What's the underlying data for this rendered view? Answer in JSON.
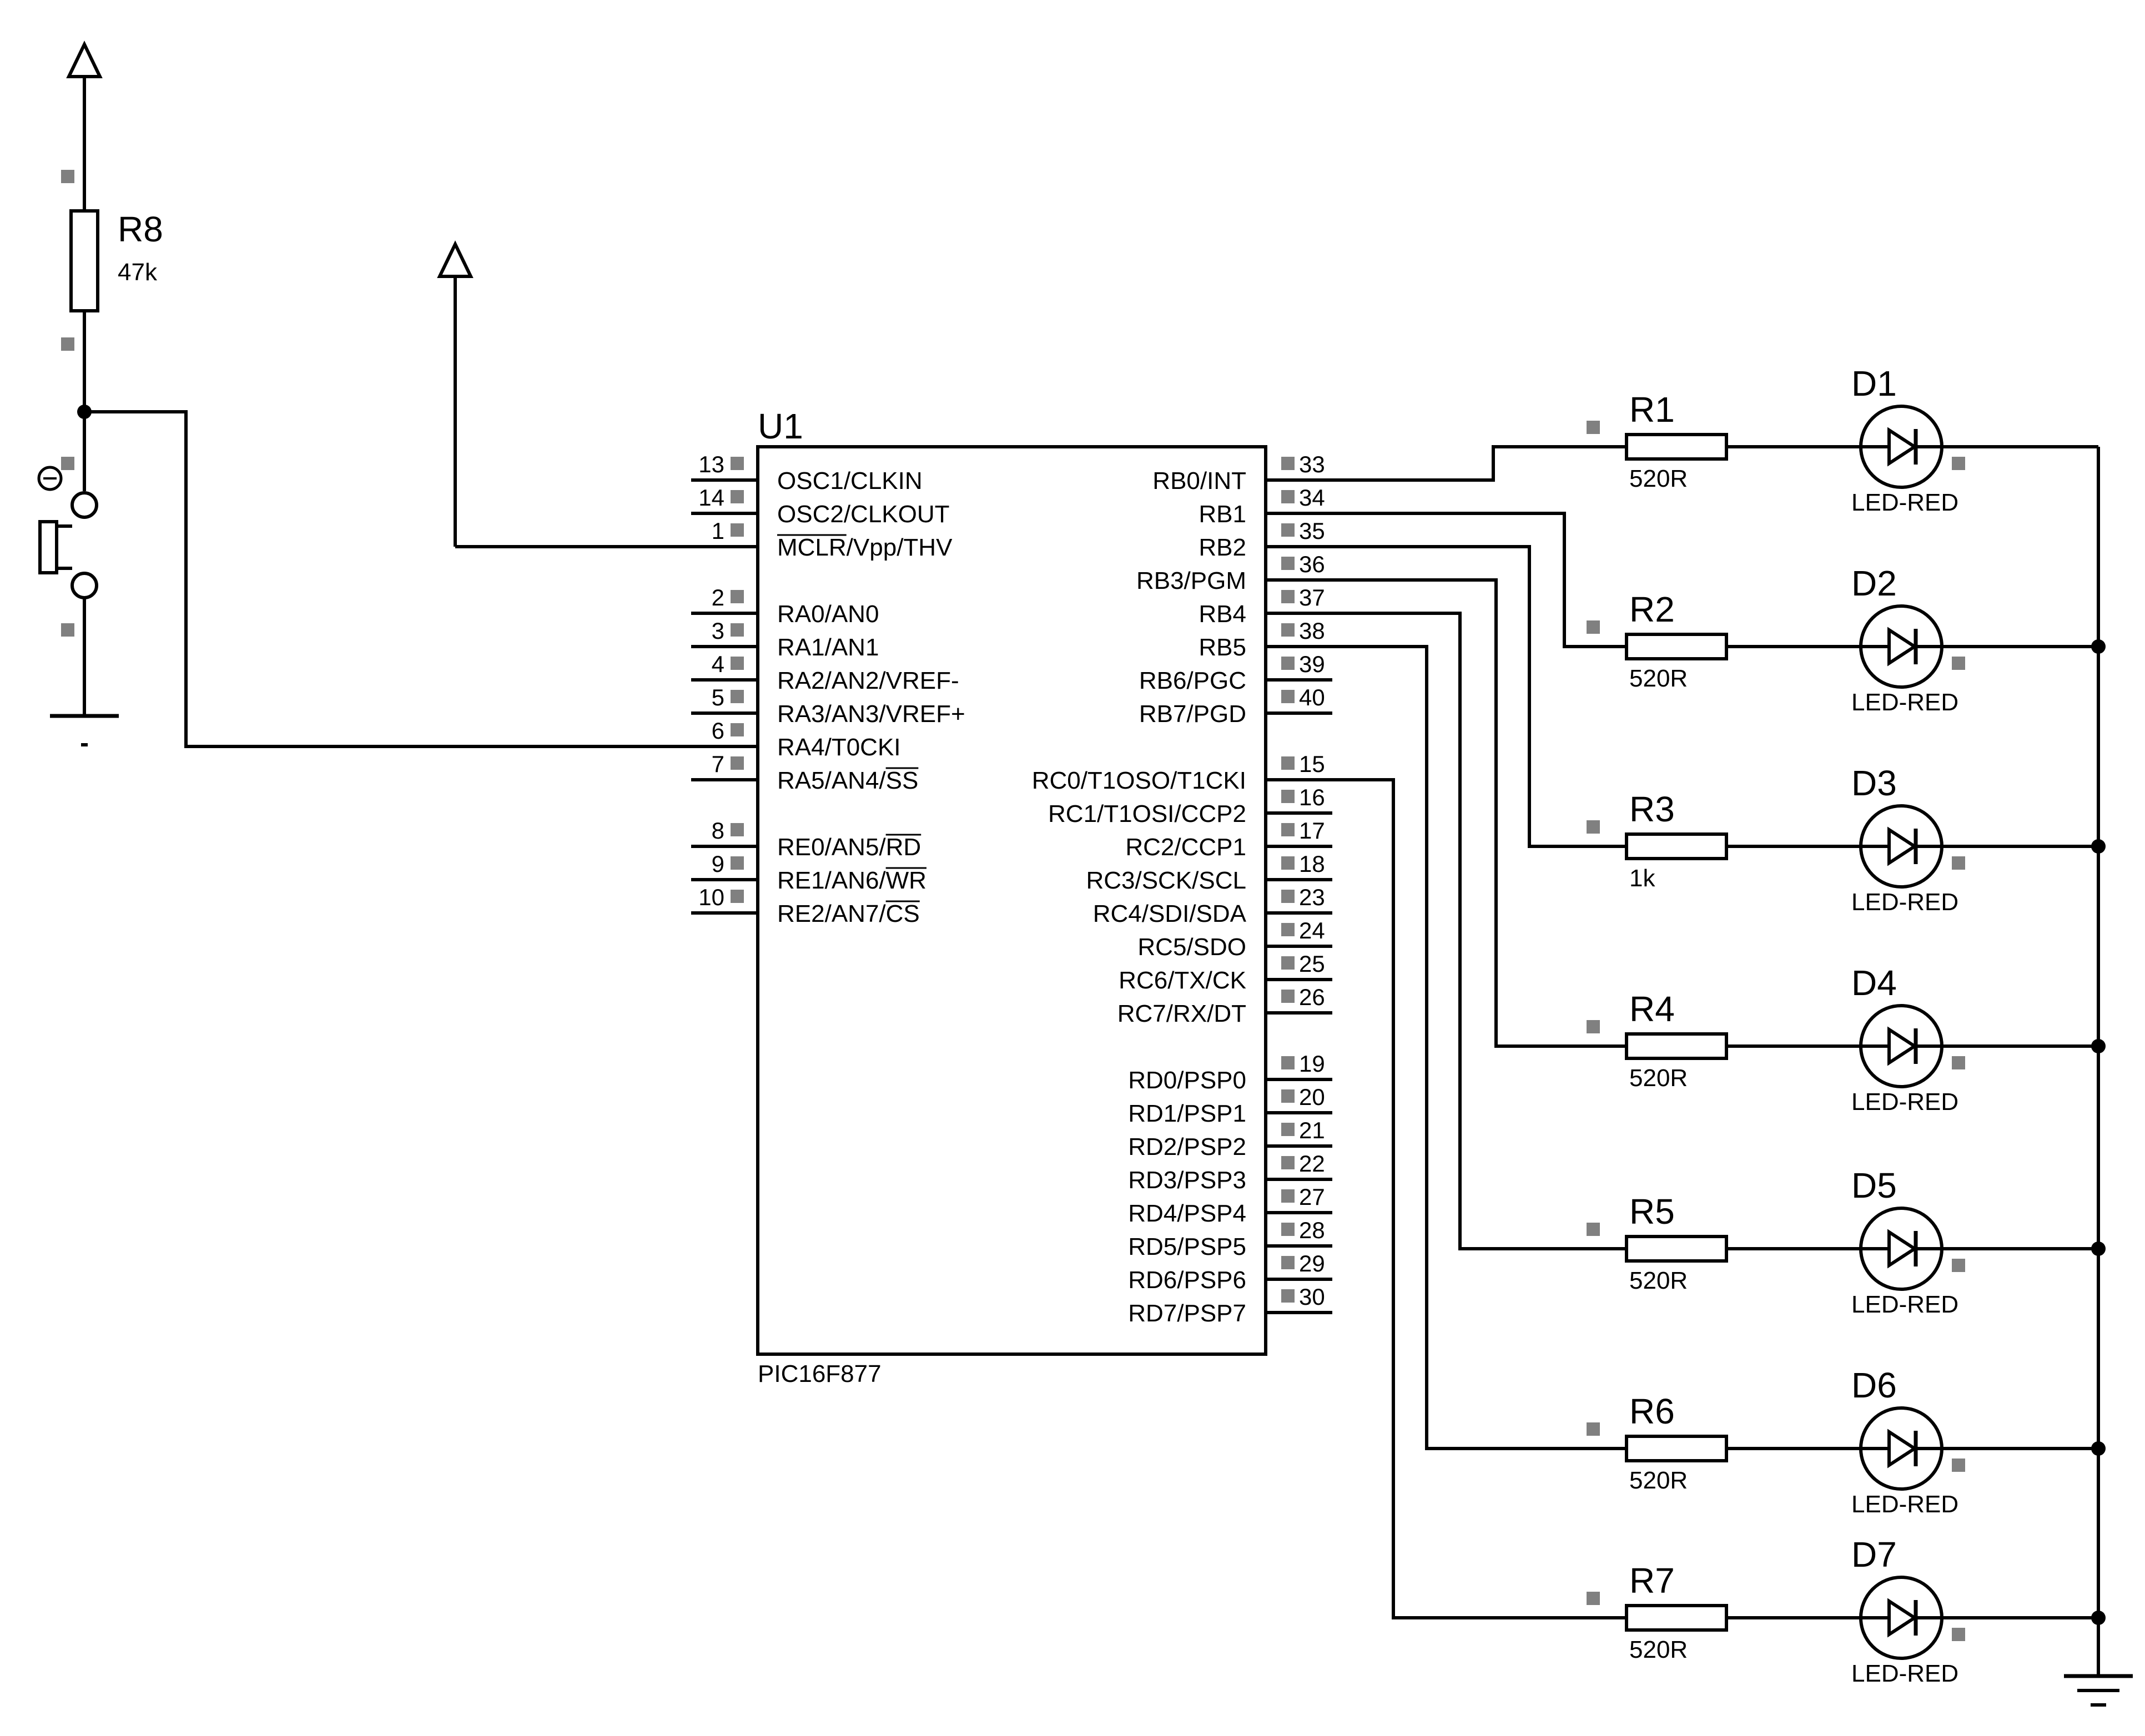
{
  "mcu": {
    "ref": "U1",
    "part": "PIC16F877",
    "left_pins": [
      {
        "num": "13",
        "name": "OSC1/CLKIN"
      },
      {
        "num": "14",
        "name": "OSC2/CLKOUT"
      },
      {
        "num": "1",
        "name": "MCLR/Vpp/THV"
      },
      {
        "num": "2",
        "name": "RA0/AN0"
      },
      {
        "num": "3",
        "name": "RA1/AN1"
      },
      {
        "num": "4",
        "name": "RA2/AN2/VREF-"
      },
      {
        "num": "5",
        "name": "RA3/AN3/VREF+"
      },
      {
        "num": "6",
        "name": "RA4/T0CKI"
      },
      {
        "num": "7",
        "name": "RA5/AN4/SS"
      },
      {
        "num": "8",
        "name": "RE0/AN5/RD"
      },
      {
        "num": "9",
        "name": "RE1/AN6/WR"
      },
      {
        "num": "10",
        "name": "RE2/AN7/CS"
      }
    ],
    "right_pins": [
      {
        "num": "33",
        "name": "RB0/INT"
      },
      {
        "num": "34",
        "name": "RB1"
      },
      {
        "num": "35",
        "name": "RB2"
      },
      {
        "num": "36",
        "name": "RB3/PGM"
      },
      {
        "num": "37",
        "name": "RB4"
      },
      {
        "num": "38",
        "name": "RB5"
      },
      {
        "num": "39",
        "name": "RB6/PGC"
      },
      {
        "num": "40",
        "name": "RB7/PGD"
      },
      {
        "num": "15",
        "name": "RC0/T1OSO/T1CKI"
      },
      {
        "num": "16",
        "name": "RC1/T1OSI/CCP2"
      },
      {
        "num": "17",
        "name": "RC2/CCP1"
      },
      {
        "num": "18",
        "name": "RC3/SCK/SCL"
      },
      {
        "num": "23",
        "name": "RC4/SDI/SDA"
      },
      {
        "num": "24",
        "name": "RC5/SDO"
      },
      {
        "num": "25",
        "name": "RC6/TX/CK"
      },
      {
        "num": "26",
        "name": "RC7/RX/DT"
      },
      {
        "num": "19",
        "name": "RD0/PSP0"
      },
      {
        "num": "20",
        "name": "RD1/PSP1"
      },
      {
        "num": "21",
        "name": "RD2/PSP2"
      },
      {
        "num": "22",
        "name": "RD3/PSP3"
      },
      {
        "num": "27",
        "name": "RD4/PSP4"
      },
      {
        "num": "28",
        "name": "RD5/PSP5"
      },
      {
        "num": "29",
        "name": "RD6/PSP6"
      },
      {
        "num": "30",
        "name": "RD7/PSP7"
      }
    ]
  },
  "pullup": {
    "ref": "R8",
    "value": "47k"
  },
  "channels": [
    {
      "res_ref": "R1",
      "res_value": "520R",
      "led_ref": "D1",
      "led_type": "LED-RED"
    },
    {
      "res_ref": "R2",
      "res_value": "520R",
      "led_ref": "D2",
      "led_type": "LED-RED"
    },
    {
      "res_ref": "R3",
      "res_value": "1k",
      "led_ref": "D3",
      "led_type": "LED-RED"
    },
    {
      "res_ref": "R4",
      "res_value": "520R",
      "led_ref": "D4",
      "led_type": "LED-RED"
    },
    {
      "res_ref": "R5",
      "res_value": "520R",
      "led_ref": "D5",
      "led_type": "LED-RED"
    },
    {
      "res_ref": "R6",
      "res_value": "520R",
      "led_ref": "D6",
      "led_type": "LED-RED"
    },
    {
      "res_ref": "R7",
      "res_value": "520R",
      "led_ref": "D7",
      "led_type": "LED-RED"
    }
  ],
  "colors": {
    "wire": "#000000",
    "pin_marker": "#808080",
    "background": "#ffffff"
  }
}
